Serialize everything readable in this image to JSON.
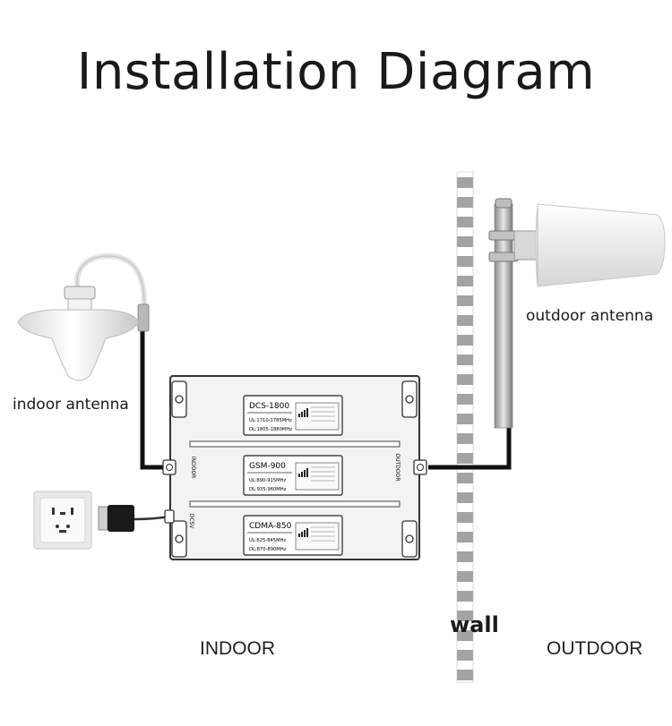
{
  "title": "Installation Diagram",
  "labels": {
    "indoor_antenna": "indoor antenna",
    "outdoor_antenna": "outdoor antenna",
    "wall": "wall",
    "indoor": "INDOOR",
    "outdoor": "OUTDOOR"
  },
  "device": {
    "port_indoor": "INDOOR",
    "port_outdoor": "OUTDOOR",
    "port_power": "DC5V",
    "modules": [
      {
        "name": "DCS-1800",
        "ul": "UL:1710-1785MHz",
        "dl": "DL:1805-1880MHz"
      },
      {
        "name": "GSM-900",
        "ul": "UL:890-915MHz",
        "dl": "DL:935-960MHz"
      },
      {
        "name": "CDMA-850",
        "ul": "UL:825-845MHz",
        "dl": "DL:870-890MHz"
      }
    ]
  },
  "colors": {
    "cable": "#111111",
    "wall_stripe": "#9a9a9a",
    "device_body": "#f4f4f4",
    "antenna_white": "#f0f0f0"
  }
}
